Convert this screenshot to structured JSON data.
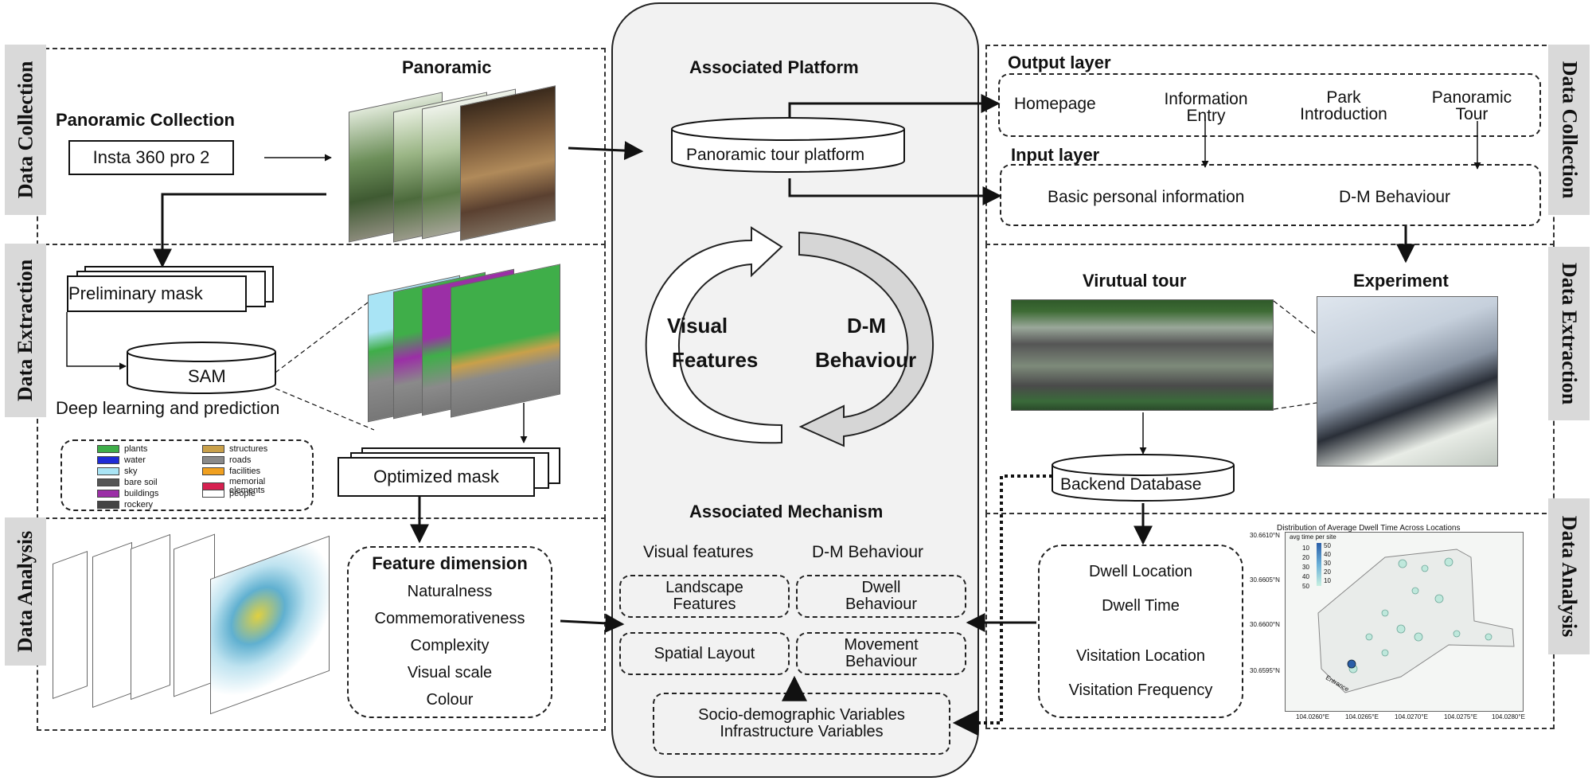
{
  "side_tabs": {
    "left_collection": "Data Collection",
    "left_extraction": "Data Extraction",
    "left_analysis": "Data Analysis",
    "right_collection": "Data Collection",
    "right_extraction": "Data Extraction",
    "right_analysis": "Data Analysis"
  },
  "collection": {
    "panoramic_title": "Panoramic",
    "panoramic_collection_title": "Panoramic Collection",
    "device": "Insta 360 pro 2"
  },
  "extraction": {
    "preliminary_mask": "Preliminary mask",
    "sam": "SAM",
    "deep_learning": "Deep learning and prediction",
    "optimized_mask": "Optimized mask",
    "legend": [
      {
        "label": "plants",
        "color": "#3fae49"
      },
      {
        "label": "water",
        "color": "#1f2bd6"
      },
      {
        "label": "sky",
        "color": "#a9e4f5"
      },
      {
        "label": "bare soil",
        "color": "#555555"
      },
      {
        "label": "buildings",
        "color": "#9b2fa6"
      },
      {
        "label": "rockery",
        "color": "#444444"
      },
      {
        "label": "structures",
        "color": "#c9a04a"
      },
      {
        "label": "roads",
        "color": "#8a8a8a"
      },
      {
        "label": "facilities",
        "color": "#f0a020"
      },
      {
        "label": "memorial elements",
        "color": "#d62050"
      },
      {
        "label": "people",
        "color": "#ffffff"
      }
    ]
  },
  "analysis": {
    "feature_dimension_title": "Feature dimension",
    "features": [
      "Naturalness",
      "Commemorativeness",
      "Complexity",
      "Visual scale",
      "Colour"
    ]
  },
  "center": {
    "associated_platform": "Associated Platform",
    "platform_name": "Panoramic tour platform",
    "visual_features_line1": "Visual",
    "visual_features_line2": "Features",
    "dm_line1": "D-M",
    "dm_line2": "Behaviour",
    "associated_mechanism": "Associated Mechanism",
    "col_visual": "Visual features",
    "col_dm": "D-M Behaviour",
    "landscape_features": "Landscape Features",
    "spatial_layout": "Spatial Layout",
    "dwell_behaviour": "Dwell Behaviour",
    "movement_behaviour": "Movement Behaviour",
    "socio_line1": "Socio-demographic Variables",
    "socio_line2": "Infrastructure Variables"
  },
  "right_collection": {
    "output_layer": "Output layer",
    "input_layer": "Input layer",
    "homepage": "Homepage",
    "information_entry": "Information Entry",
    "park_introduction": "Park Introduction",
    "panoramic_tour": "Panoramic Tour",
    "basic_info": "Basic personal information",
    "dm_behaviour": "D-M Behaviour"
  },
  "right_extraction": {
    "virtual_tour": "Virutual tour",
    "experiment": "Experiment",
    "backend_database": "Backend Database"
  },
  "right_analysis": {
    "items": [
      "Dwell Location",
      "Dwell Time",
      "Visitation Location",
      "Visitation Frequency"
    ],
    "map_title": "Distribution of Average Dwell Time Across Locations",
    "map_legend_title": "avg time per site",
    "map_legend_values": [
      "10",
      "20",
      "30",
      "40",
      "50"
    ],
    "map_colorbar_values": [
      "50",
      "40",
      "30",
      "20",
      "10"
    ],
    "lat_ticks": [
      "30.6610°N",
      "30.6605°N",
      "30.6600°N",
      "30.6595°N"
    ],
    "lon_ticks": [
      "104.0260°E",
      "104.0265°E",
      "104.0270°E",
      "104.0275°E",
      "104.0280°E"
    ],
    "entrance_label": "Entrance"
  }
}
